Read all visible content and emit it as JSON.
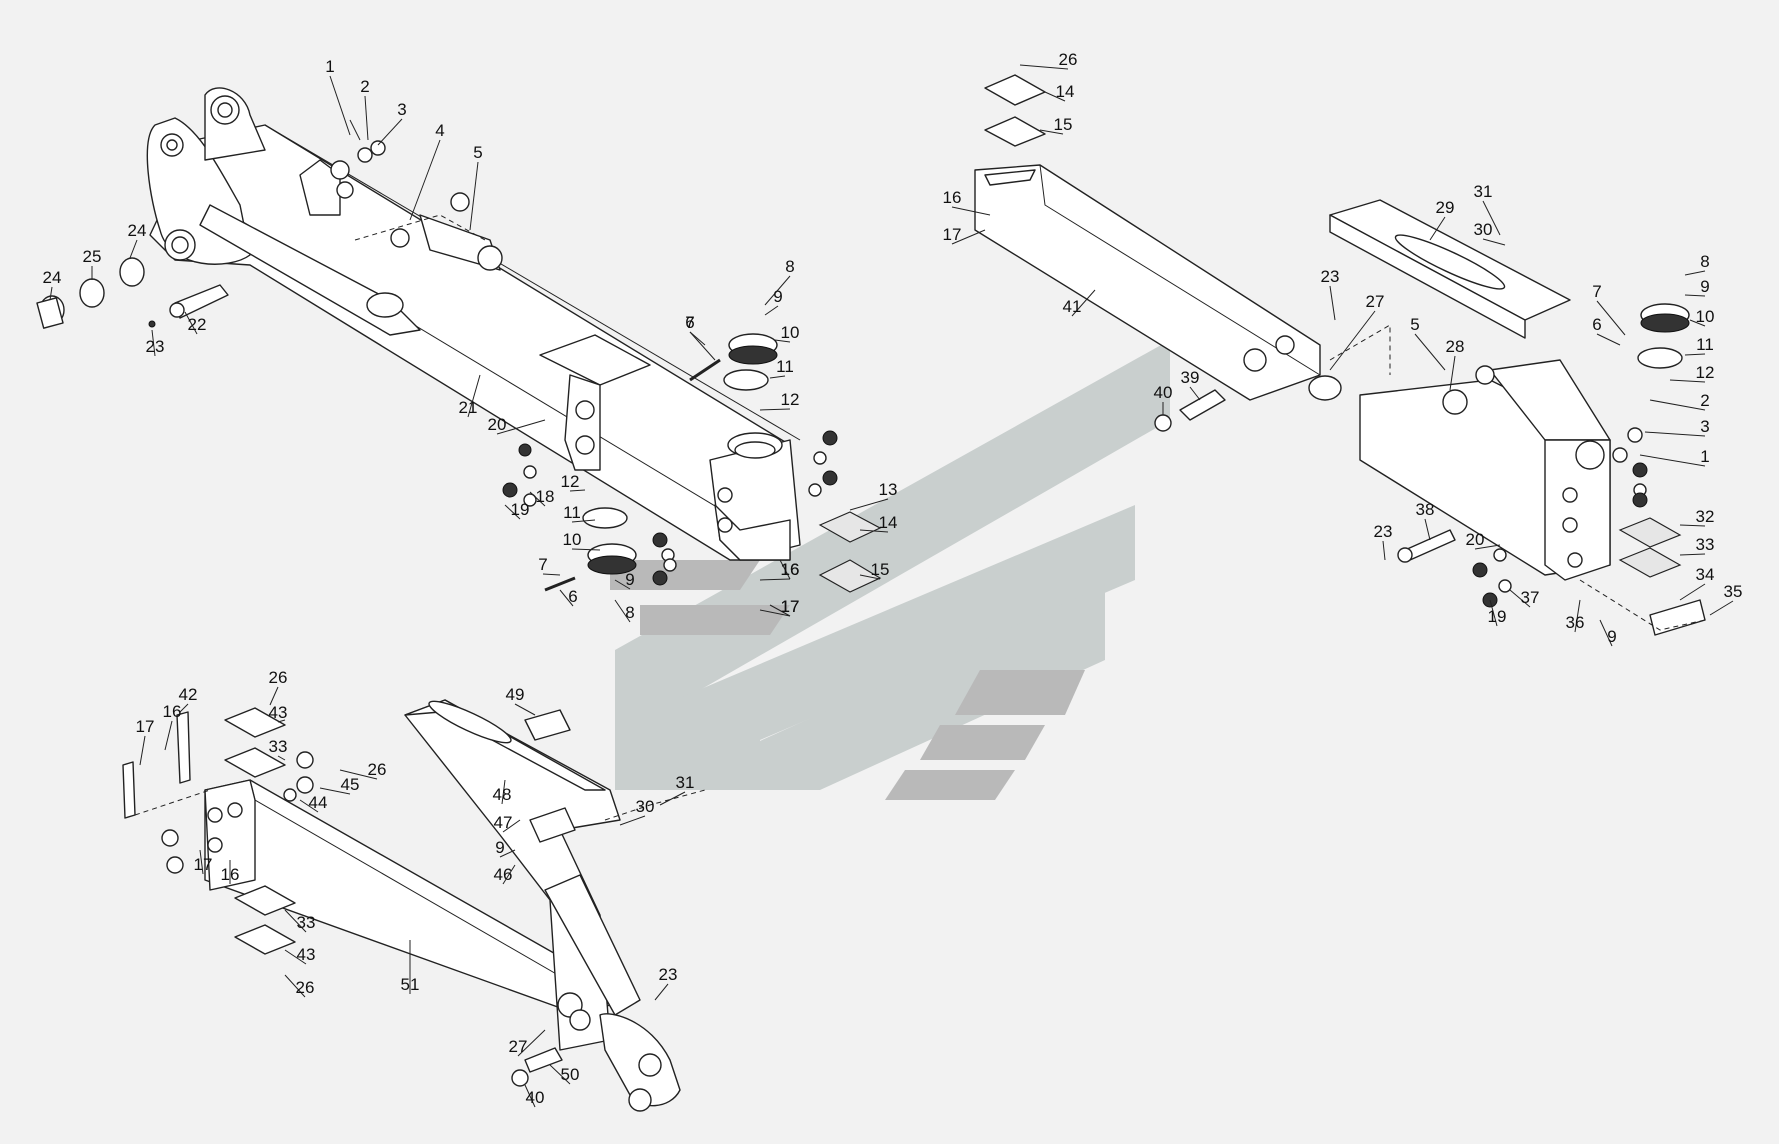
{
  "colors": {
    "background": "#f2f2f2",
    "line": "#222222",
    "watermark": "#c9cfce"
  },
  "callouts": {
    "boom_upper": [
      "1",
      "2",
      "3",
      "4",
      "5",
      "6",
      "7",
      "8",
      "9",
      "10",
      "11",
      "12",
      "12",
      "13",
      "14",
      "15",
      "16",
      "17",
      "18",
      "19",
      "20",
      "21",
      "22",
      "23",
      "24",
      "24",
      "25",
      "10",
      "11",
      "7",
      "6",
      "9",
      "8",
      "16",
      "17"
    ],
    "boom_right": [
      "26",
      "14",
      "15",
      "16",
      "17",
      "41",
      "29",
      "31",
      "30",
      "23",
      "27",
      "40",
      "39",
      "5",
      "28",
      "8",
      "9",
      "10",
      "7",
      "6",
      "11",
      "12",
      "2",
      "3",
      "1",
      "23",
      "38",
      "20",
      "32",
      "33",
      "34",
      "35",
      "19",
      "37",
      "36",
      "9"
    ],
    "boom_lower": [
      "26",
      "43",
      "42",
      "17",
      "16",
      "33",
      "26",
      "45",
      "44",
      "49",
      "48",
      "47",
      "9",
      "46",
      "31",
      "30",
      "17",
      "16",
      "33",
      "43",
      "26",
      "51",
      "23",
      "27",
      "50",
      "40"
    ]
  }
}
